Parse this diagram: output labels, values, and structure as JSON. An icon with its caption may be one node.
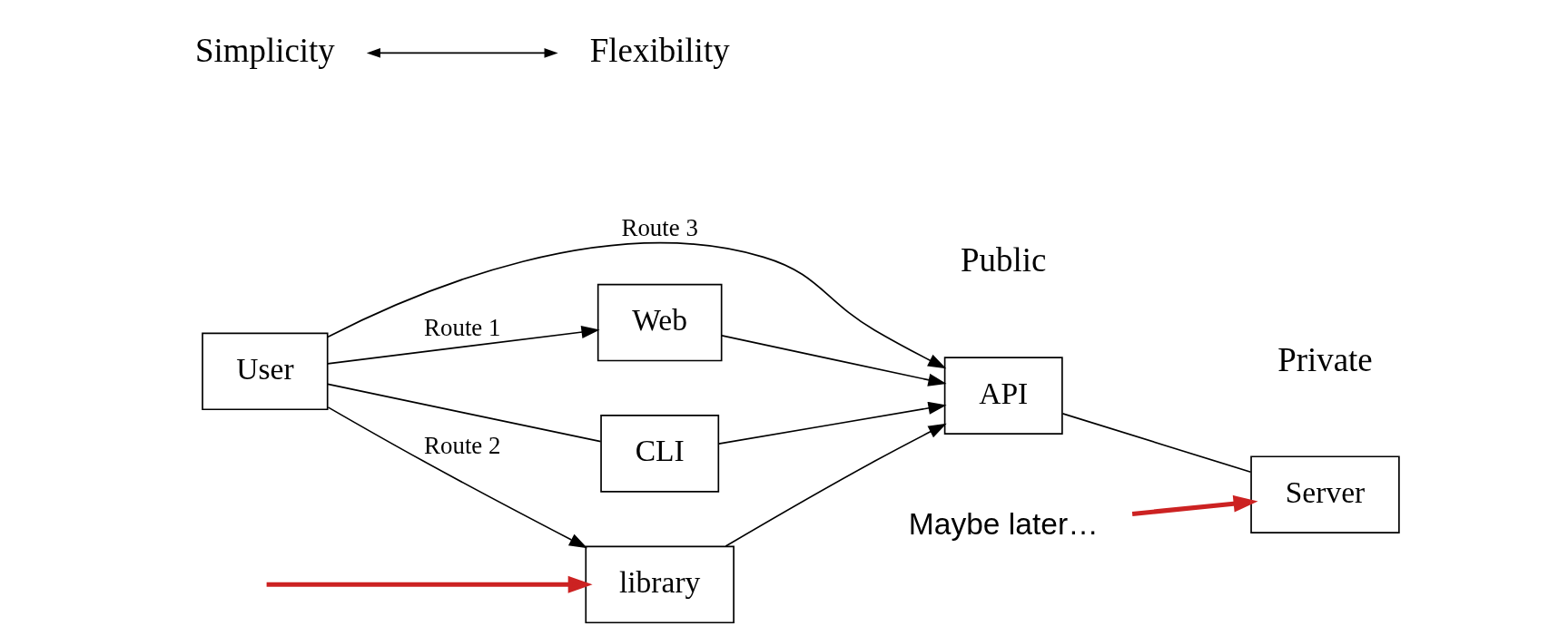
{
  "diagram": {
    "nodes": [
      {
        "text": [
          "User"
        ]
      },
      {
        "text": [
          "Web"
        ]
      },
      {
        "text": [
          "library"
        ]
      },
      {
        "text": [
          "CLI"
        ]
      },
      {
        "text": [
          "API"
        ]
      },
      {
        "text": [
          "Server"
        ]
      },
      {
        "text": [
          "Maybe later…"
        ]
      }
    ],
    "edges": [
      {
        "from": 0,
        "to": 1,
        "arrow": "to",
        "label": "Route 1"
      },
      {
        "from": 0,
        "to": 2,
        "arrow": "to",
        "label": "Route 2"
      },
      {
        "from": 0,
        "to": 3,
        "arrow": "none"
      },
      {
        "from": 0,
        "to": 4,
        "arrow": "to",
        "label": "Route 3"
      },
      {
        "from": 1,
        "to": 4,
        "arrow": "to"
      },
      {
        "from": 2,
        "to": 4,
        "arrow": "to"
      },
      {
        "from": 3,
        "to": 4,
        "arrow": "to"
      },
      {
        "from": 4,
        "to": 5,
        "arrow": "none"
      },
      {
        "from": null,
        "to": 2,
        "arrow": "to",
        "style": "thick",
        "color": "#cc2222"
      },
      {
        "from": 6,
        "to": 5,
        "arrow": "to",
        "style": "thick",
        "color": "#cc2222"
      }
    ],
    "labels": [
      "Simplicity",
      "Flexibility",
      "Public",
      "Private"
    ]
  }
}
